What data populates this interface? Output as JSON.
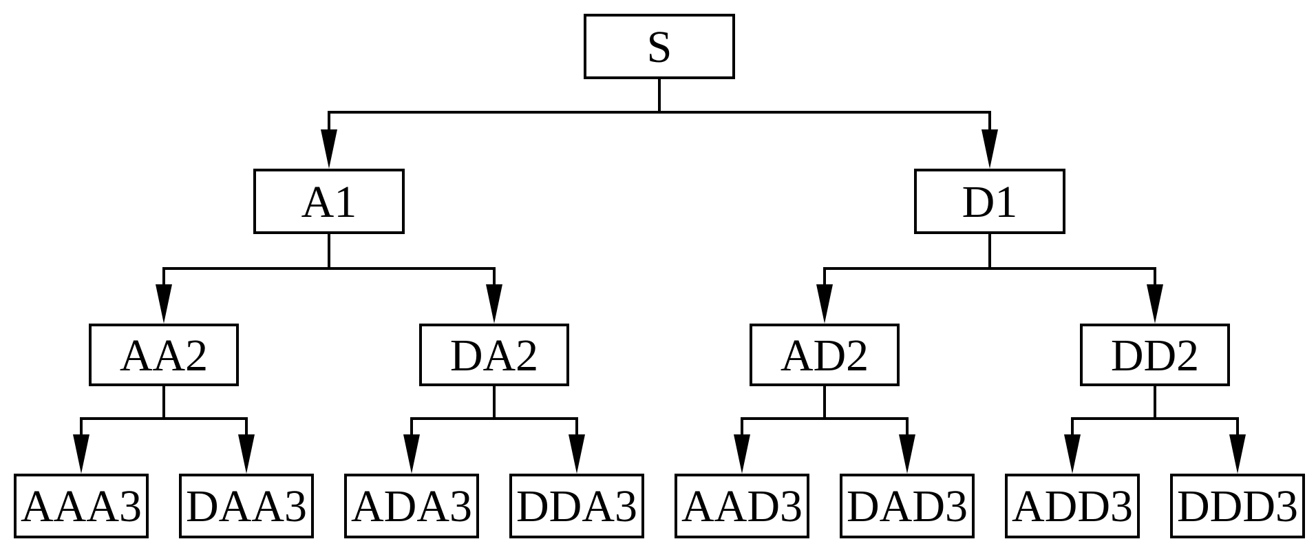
{
  "diagram": {
    "type": "tree",
    "background_color": "#ffffff",
    "line_color": "#000000",
    "box_fill_color": "#ffffff",
    "box_border_color": "#000000",
    "nodes": [
      {
        "id": "S",
        "label": "S",
        "level": 0
      },
      {
        "id": "A1",
        "label": "A1",
        "level": 1
      },
      {
        "id": "D1",
        "label": "D1",
        "level": 1
      },
      {
        "id": "AA2",
        "label": "AA2",
        "level": 2
      },
      {
        "id": "DA2",
        "label": "DA2",
        "level": 2
      },
      {
        "id": "AD2",
        "label": "AD2",
        "level": 2
      },
      {
        "id": "DD2",
        "label": "DD2",
        "level": 2
      },
      {
        "id": "AAA3",
        "label": "AAA3",
        "level": 3
      },
      {
        "id": "DAA3",
        "label": "DAA3",
        "level": 3
      },
      {
        "id": "ADA3",
        "label": "ADA3",
        "level": 3
      },
      {
        "id": "DDA3",
        "label": "DDA3",
        "level": 3
      },
      {
        "id": "AAD3",
        "label": "AAD3",
        "level": 3
      },
      {
        "id": "DAD3",
        "label": "DAD3",
        "level": 3
      },
      {
        "id": "ADD3",
        "label": "ADD3",
        "level": 3
      },
      {
        "id": "DDD3",
        "label": "DDD3",
        "level": 3
      }
    ],
    "edges": [
      {
        "from": "S",
        "to": "A1"
      },
      {
        "from": "S",
        "to": "D1"
      },
      {
        "from": "A1",
        "to": "AA2"
      },
      {
        "from": "A1",
        "to": "DA2"
      },
      {
        "from": "D1",
        "to": "AD2"
      },
      {
        "from": "D1",
        "to": "DD2"
      },
      {
        "from": "AA2",
        "to": "AAA3"
      },
      {
        "from": "AA2",
        "to": "DAA3"
      },
      {
        "from": "DA2",
        "to": "ADA3"
      },
      {
        "from": "DA2",
        "to": "DDA3"
      },
      {
        "from": "AD2",
        "to": "AAD3"
      },
      {
        "from": "AD2",
        "to": "DAD3"
      },
      {
        "from": "DD2",
        "to": "ADD3"
      },
      {
        "from": "DD2",
        "to": "DDD3"
      }
    ]
  }
}
